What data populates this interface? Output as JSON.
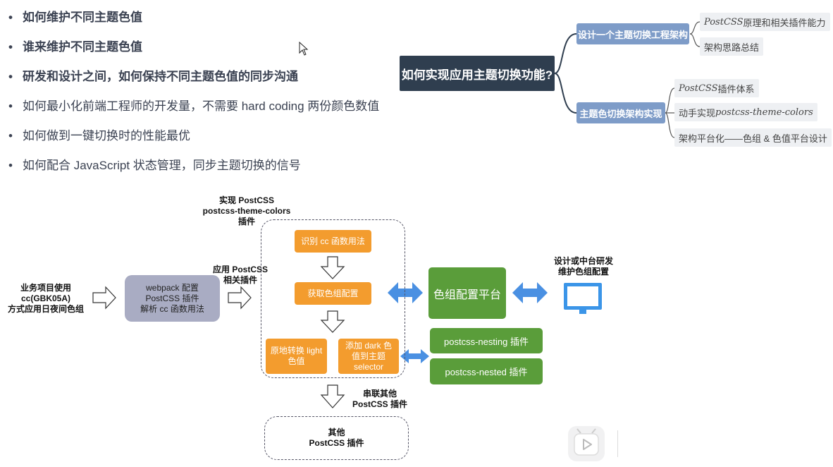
{
  "bullets": [
    {
      "text": "如何维护不同主题色值",
      "bold": true
    },
    {
      "text": "谁来维护不同主题色值",
      "bold": true
    },
    {
      "text": "研发和设计之间，如何保持不同主题色值的同步沟通",
      "bold": true
    },
    {
      "text": "如何最小化前端工程师的开发量，不需要 hard coding 两份颜色数值",
      "bold": false
    },
    {
      "text": "如何做到一键切换时的性能最优",
      "bold": false
    },
    {
      "text": "如何配合 JavaScript 状态管理，同步主题切换的信号",
      "bold": false
    }
  ],
  "bullet_symbol": "•",
  "mindmap": {
    "root": "如何实现应用主题切换功能?",
    "branches": [
      {
        "label": "设计一个主题切换工程架构",
        "leaves": [
          {
            "pre": "",
            "italic": "PostCSS",
            "post": " 原理和相关插件能力"
          },
          {
            "pre": "架构思路总结",
            "italic": "",
            "post": ""
          }
        ]
      },
      {
        "label": "主题色切换架构实现",
        "leaves": [
          {
            "pre": "",
            "italic": "PostCSS",
            "post": " 插件体系"
          },
          {
            "pre": "动手实现 ",
            "italic": "postcss-theme-colors",
            "post": ""
          },
          {
            "pre": "架构平台化——色组 & 色值平台设计",
            "italic": "",
            "post": ""
          }
        ]
      }
    ]
  },
  "flow": {
    "project_label": [
      "业务项目使用",
      "cc(GBK05A)",
      "方式应用日夜间色组"
    ],
    "webpack_box": [
      "webpack 配置",
      "PostCSS 插件",
      "解析 cc 函数用法"
    ],
    "apply_label": [
      "应用 PostCSS",
      "相关插件"
    ],
    "plugin_label": [
      "实现 PostCSS",
      "postcss-theme-colors",
      "插件"
    ],
    "step_identify": "识别 cc 函数用法",
    "step_fetch": "获取色组配置",
    "step_light": [
      "原地转换 light",
      "色值"
    ],
    "step_dark": [
      "添加 dark 色",
      "值到主题",
      "selector"
    ],
    "platform": "色组配置平台",
    "nesting": "postcss-nesting 插件",
    "nested": "postcss-nested 插件",
    "design_label": [
      "设计或中台研发",
      "维护色组配置"
    ],
    "chain_label": [
      "串联其他",
      "PostCSS 插件"
    ],
    "other_box": [
      "其他",
      "PostCSS 插件"
    ],
    "colors": {
      "orange": "#f39c2e",
      "green": "#5a9d3a",
      "blue_arrow": "#4a90e2",
      "gray_box": "#a9acc3",
      "root_dark": "#2f3e4f",
      "branch_blue": "#7e9cc8"
    }
  }
}
